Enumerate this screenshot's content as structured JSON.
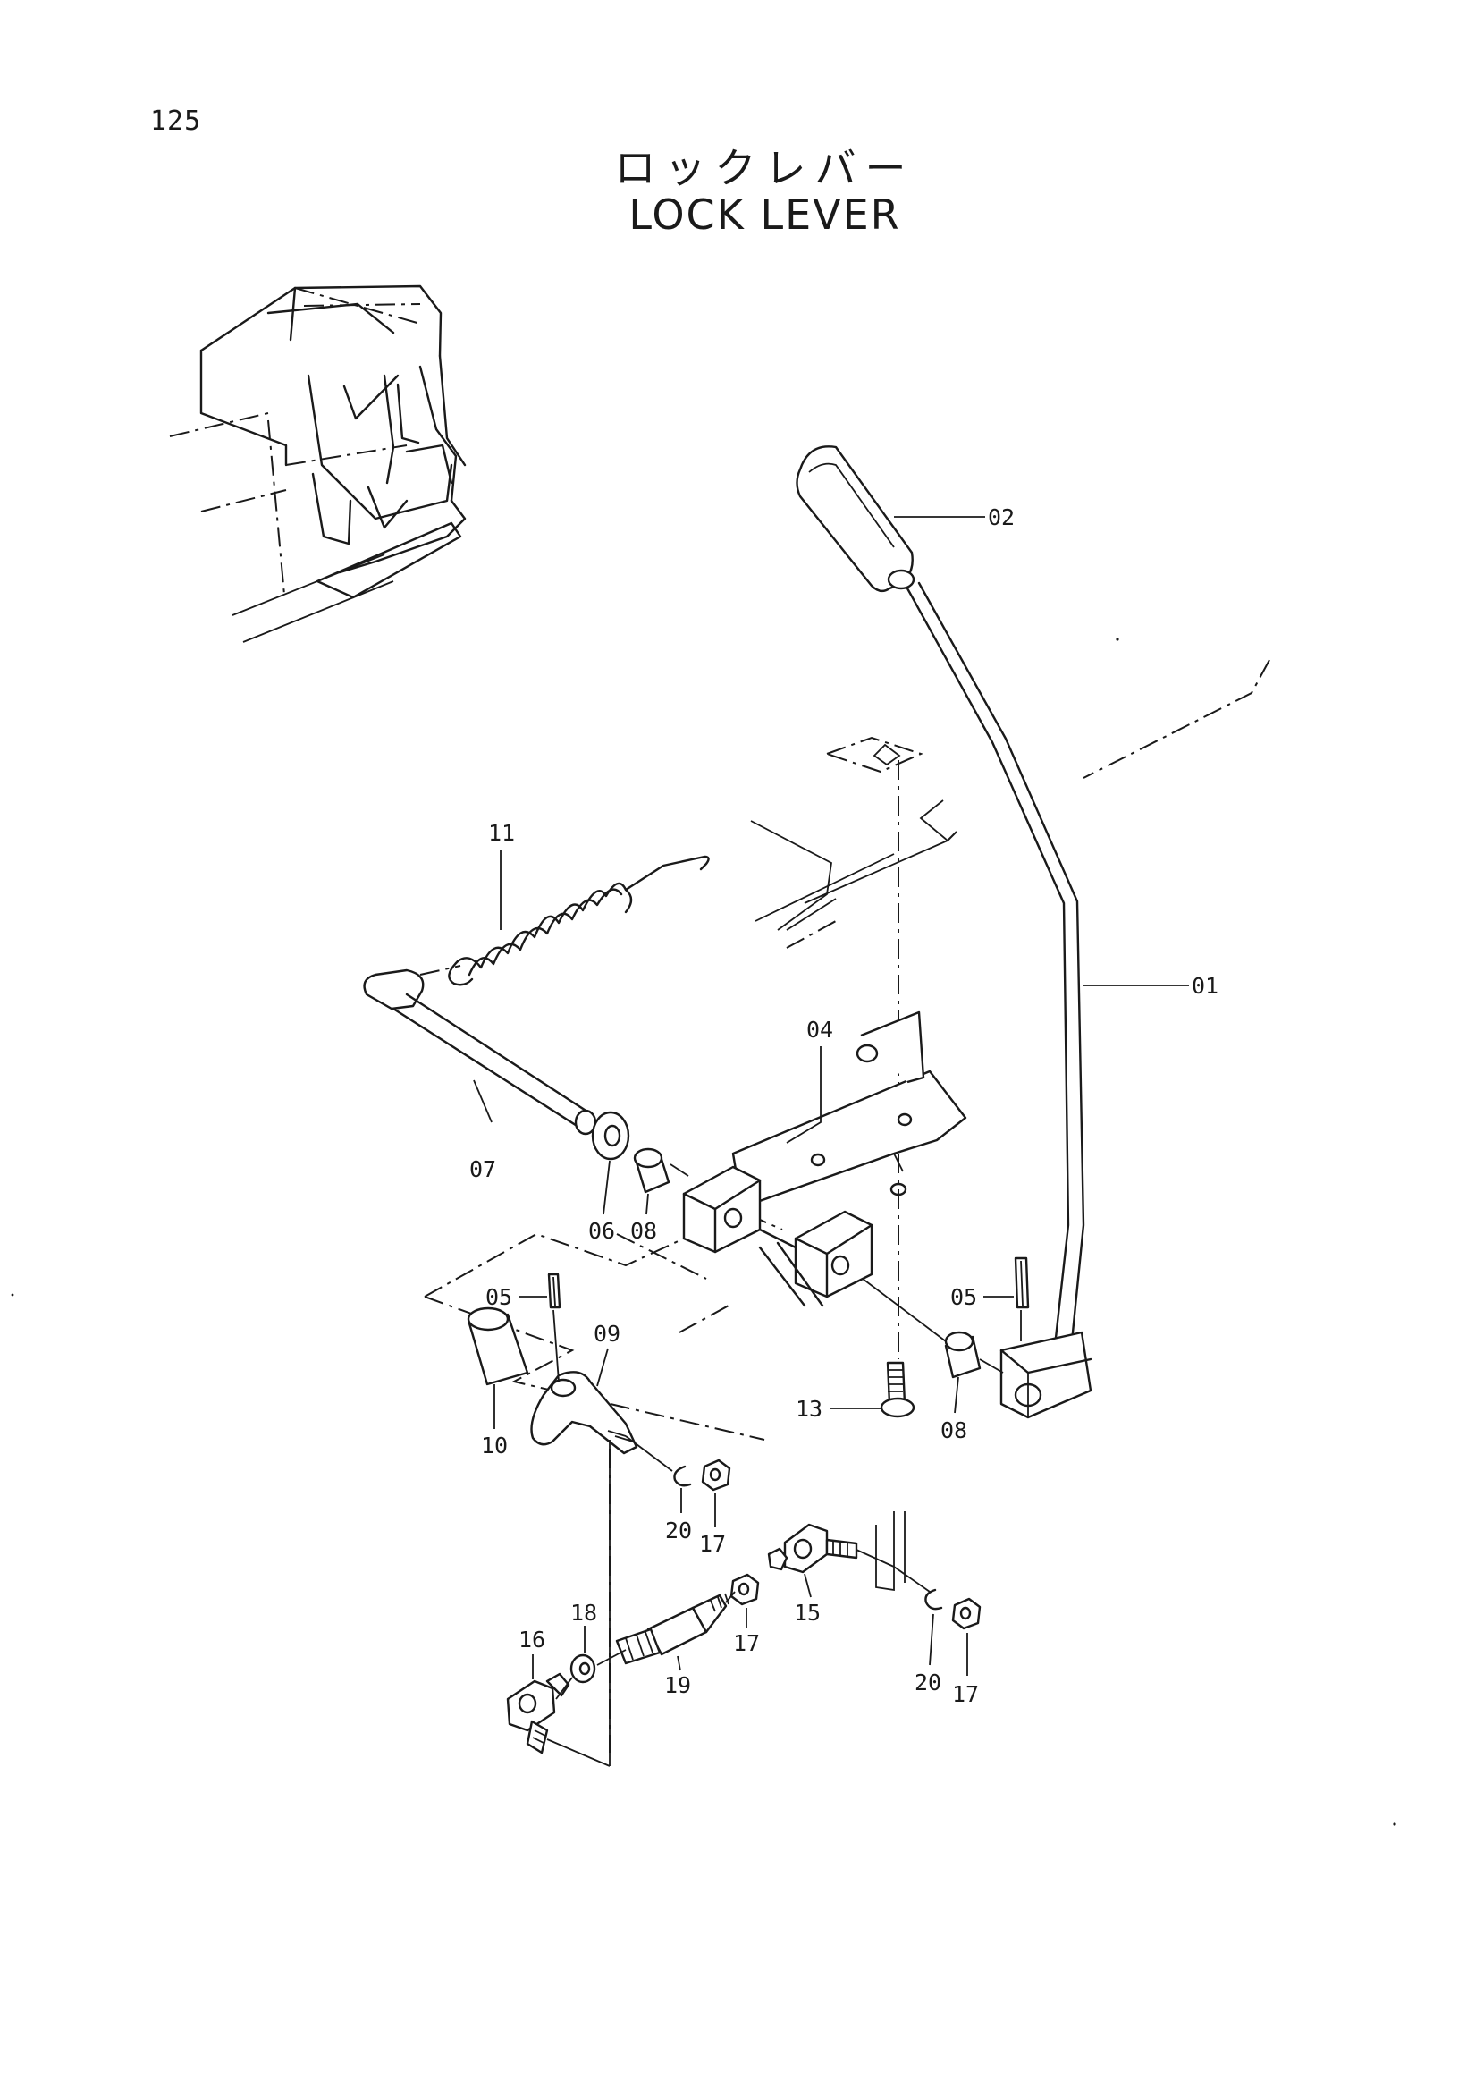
{
  "page": {
    "number": "125",
    "title_jp": "ロックレバー",
    "title_en": "LOCK LEVER"
  },
  "callouts": {
    "c01": "01",
    "c02": "02",
    "c04": "04",
    "c05a": "05",
    "c05b": "05",
    "c06": "06",
    "c07": "07",
    "c08a": "08",
    "c08b": "08",
    "c09": "09",
    "c10": "10",
    "c11": "11",
    "c13": "13",
    "c15": "15",
    "c16": "16",
    "c17a": "17",
    "c17b": "17",
    "c17c": "17",
    "c18": "18",
    "c19": "19",
    "c20a": "20",
    "c20b": "20"
  }
}
